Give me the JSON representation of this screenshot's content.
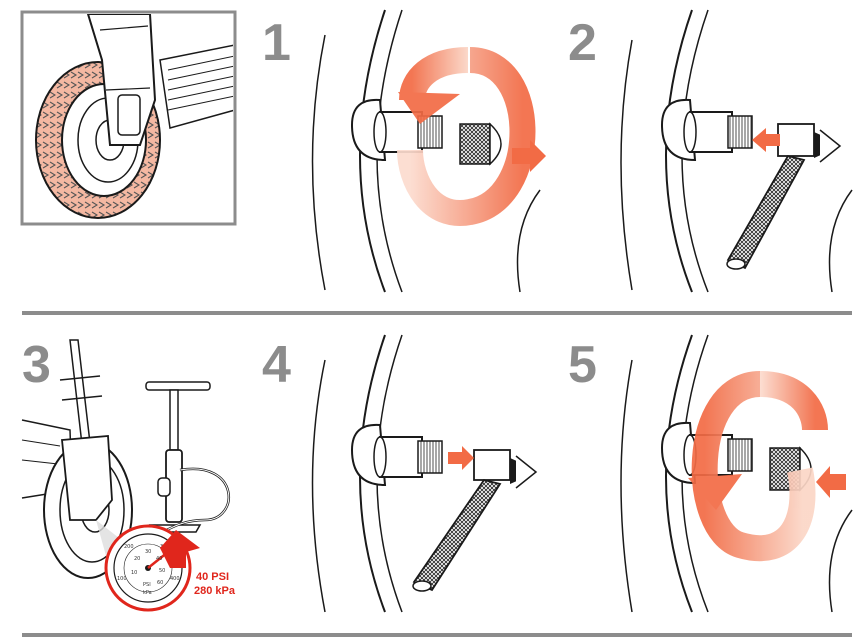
{
  "steps": [
    {
      "number": "1"
    },
    {
      "number": "2"
    },
    {
      "number": "3"
    },
    {
      "number": "4"
    },
    {
      "number": "5"
    }
  ],
  "gauge": {
    "psi_label": "40 PSI",
    "kpa_label": "280 kPa",
    "ticks": [
      "100",
      "200",
      "300",
      "400",
      "10",
      "20",
      "30",
      "40",
      "50",
      "60",
      "PSI",
      "kPa"
    ]
  },
  "colors": {
    "accent": "#f08c6a",
    "red": "#e0261c",
    "gray": "#8c8c8c",
    "line": "#1a1a1a"
  }
}
